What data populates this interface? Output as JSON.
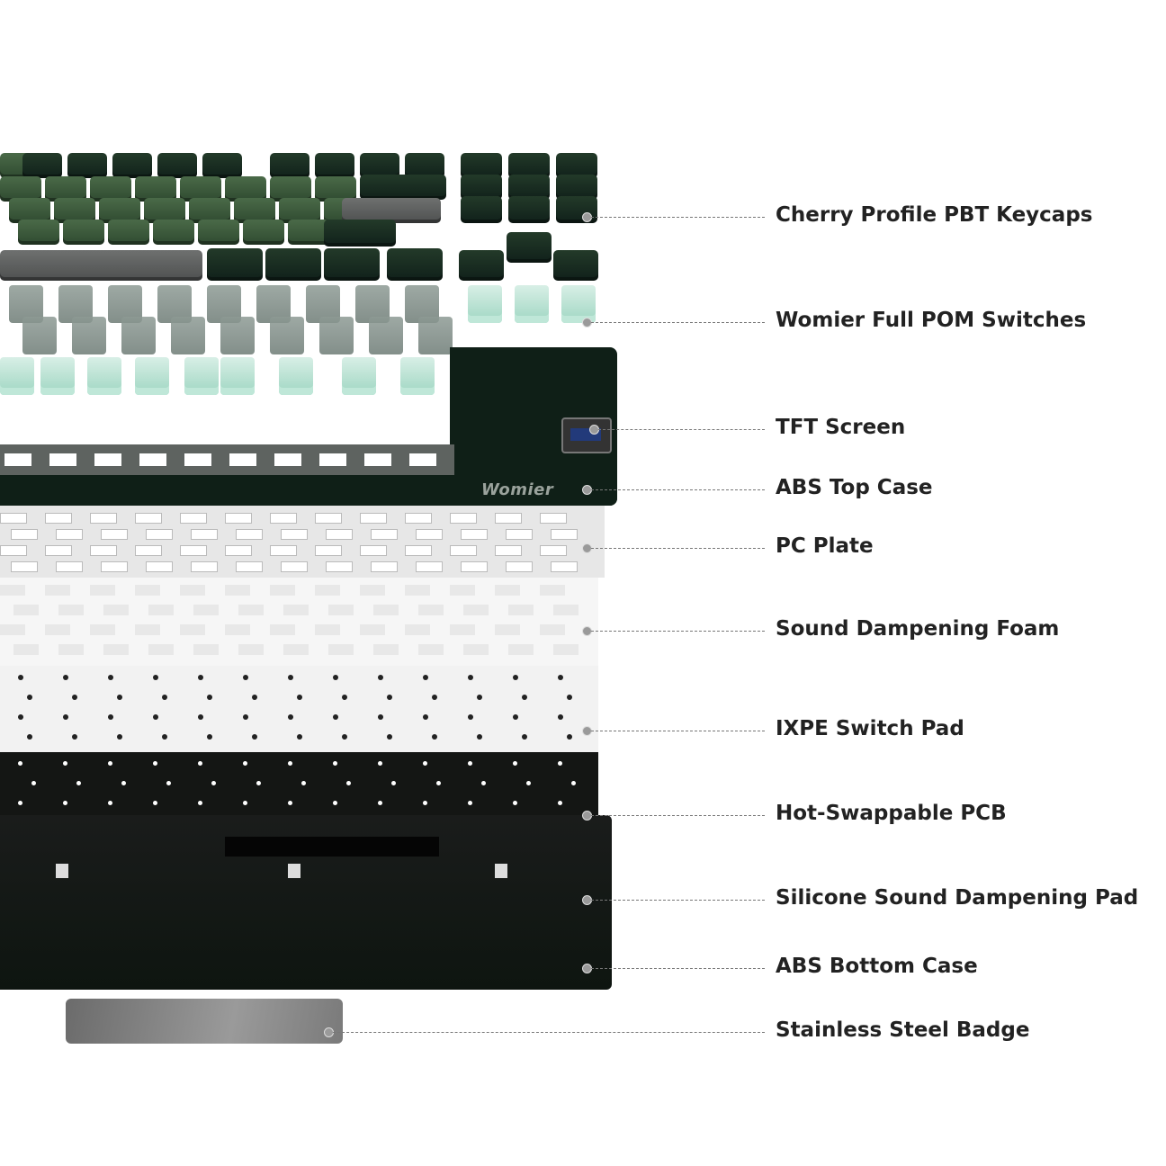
{
  "brand_logo": "Womier",
  "labels": [
    "Cherry Profile PBT Keycaps",
    "Womier Full POM Switches",
    "TFT Screen",
    "ABS Top Case",
    "PC Plate",
    "Sound Dampening Foam",
    "IXPE Switch Pad",
    "Hot-Swappable PCB",
    "Silicone Sound Dampening Pad",
    "ABS Bottom Case",
    "Stainless Steel Badge"
  ],
  "colors": {
    "keycap_green": "#3f5e3f",
    "keycap_dark": "#1a2e22",
    "switch_mint": "#b9e6d5",
    "case": "#0f1f17"
  }
}
